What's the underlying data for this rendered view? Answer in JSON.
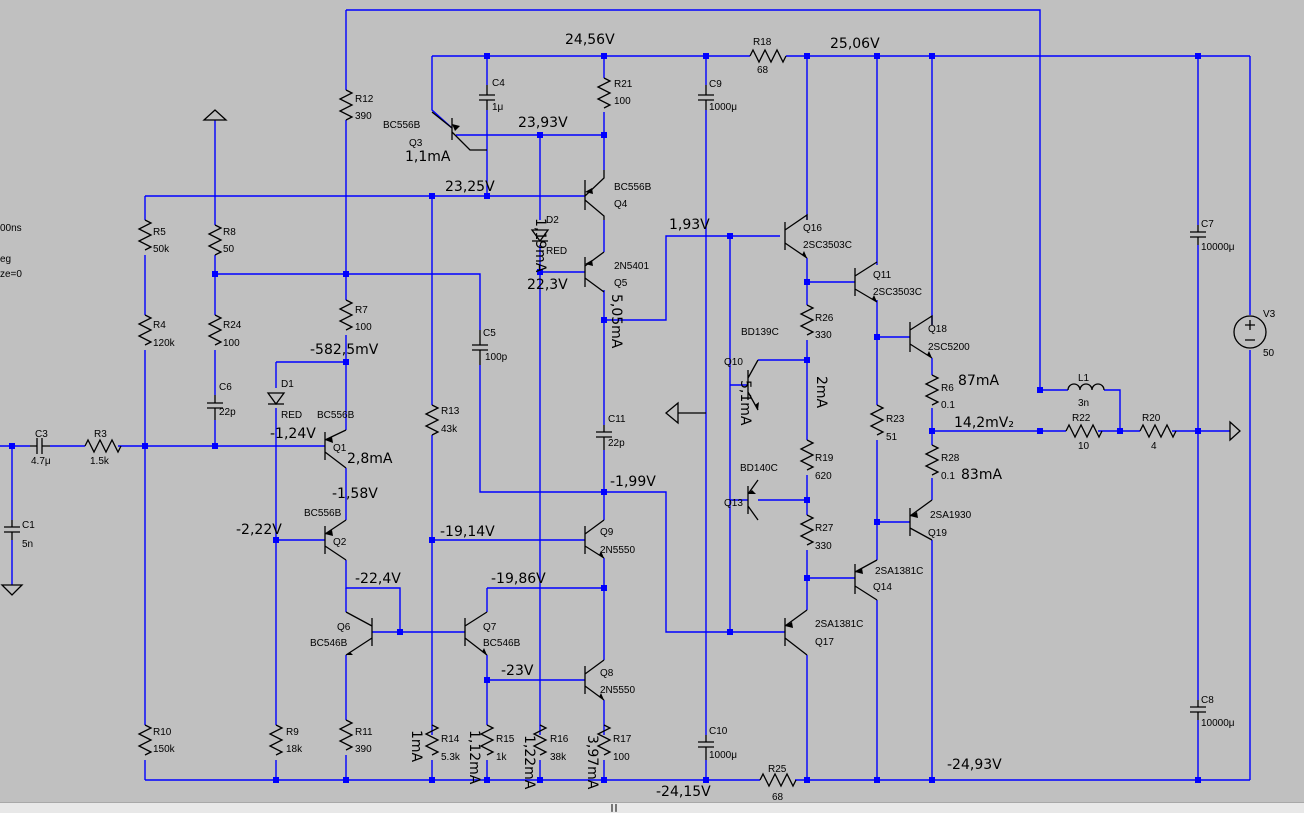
{
  "annotations": [
    {
      "id": "v-2456",
      "text": "24,56V"
    },
    {
      "id": "v-2506",
      "text": "25,06V"
    },
    {
      "id": "v-2393",
      "text": "23,93V"
    },
    {
      "id": "i-q3",
      "text": "1,1mA"
    },
    {
      "id": "v-2325",
      "text": "23,25V"
    },
    {
      "id": "v-193",
      "text": "1,93V"
    },
    {
      "id": "i-d2",
      "text": "1,19mA"
    },
    {
      "id": "v-223",
      "text": "22,3V"
    },
    {
      "id": "i-q5",
      "text": "5,05mA"
    },
    {
      "id": "v-5825",
      "text": "-582,5mV"
    },
    {
      "id": "i-q10",
      "text": "5,1mA"
    },
    {
      "id": "i-2ma",
      "text": "2mA"
    },
    {
      "id": "i-87ma",
      "text": "87mA"
    },
    {
      "id": "v-out",
      "text": "14,2mV₂"
    },
    {
      "id": "v-124",
      "text": "-1,24V"
    },
    {
      "id": "i-q1",
      "text": "2,8mA"
    },
    {
      "id": "i-83ma",
      "text": "83mA"
    },
    {
      "id": "v-199",
      "text": "-1,99V"
    },
    {
      "id": "v-158",
      "text": "-1,58V"
    },
    {
      "id": "v-222",
      "text": "-2,22V"
    },
    {
      "id": "v-1914",
      "text": "-19,14V"
    },
    {
      "id": "v-224",
      "text": "-22,4V"
    },
    {
      "id": "v-1986",
      "text": "-19,86V"
    },
    {
      "id": "v-23",
      "text": "-23V"
    },
    {
      "id": "i-1ma",
      "text": "1mA"
    },
    {
      "id": "i-112",
      "text": "1,12mA"
    },
    {
      "id": "i-122",
      "text": "1,22mA"
    },
    {
      "id": "i-397",
      "text": "3,97mA"
    },
    {
      "id": "v-2493",
      "text": "-24,93V"
    },
    {
      "id": "v-2415",
      "text": "-24,15V"
    }
  ],
  "components": [
    {
      "ref": "R12",
      "value": "390"
    },
    {
      "ref": "C4",
      "value": "1μ"
    },
    {
      "ref": "R21",
      "value": "100"
    },
    {
      "ref": "C9",
      "value": "1000μ"
    },
    {
      "ref": "R18",
      "value": "68"
    },
    {
      "ref": "Q3",
      "value": "BC556B"
    },
    {
      "ref": "Q4",
      "value": "BC556B"
    },
    {
      "ref": "D2",
      "value": "RED"
    },
    {
      "ref": "Q5",
      "value": "2N5401"
    },
    {
      "ref": "Q16",
      "value": "2SC3503C"
    },
    {
      "ref": "Q11",
      "value": "2SC3503C"
    },
    {
      "ref": "Q18",
      "value": "2SC5200"
    },
    {
      "ref": "R5",
      "value": "50k"
    },
    {
      "ref": "R8",
      "value": "50"
    },
    {
      "ref": "R4",
      "value": "120k"
    },
    {
      "ref": "R24",
      "value": "100"
    },
    {
      "ref": "R7",
      "value": "100"
    },
    {
      "ref": "C5",
      "value": "100p"
    },
    {
      "ref": "R26",
      "value": "330"
    },
    {
      "ref": "Q10",
      "value": "BD139C"
    },
    {
      "ref": "R6",
      "value": "0.1"
    },
    {
      "ref": "L1",
      "value": "3n"
    },
    {
      "ref": "C6",
      "value": "22p"
    },
    {
      "ref": "D1",
      "value": "RED"
    },
    {
      "ref": "Q1",
      "value": "BC556B"
    },
    {
      "ref": "R13",
      "value": "43k"
    },
    {
      "ref": "C11",
      "value": "22p"
    },
    {
      "ref": "R23",
      "value": "51"
    },
    {
      "ref": "R22",
      "value": "10"
    },
    {
      "ref": "R20",
      "value": "4"
    },
    {
      "ref": "C3",
      "value": "4.7μ"
    },
    {
      "ref": "R3",
      "value": "1.5k"
    },
    {
      "ref": "Q13",
      "value": "BD140C"
    },
    {
      "ref": "R19",
      "value": "620"
    },
    {
      "ref": "R28",
      "value": "0.1"
    },
    {
      "ref": "C1",
      "value": "5n"
    },
    {
      "ref": "Q2",
      "value": "BC556B"
    },
    {
      "ref": "Q9",
      "value": "2N5550"
    },
    {
      "ref": "R27",
      "value": "330"
    },
    {
      "ref": "Q19",
      "value": "2SA1930"
    },
    {
      "ref": "Q14",
      "value": "2SA1381C"
    },
    {
      "ref": "Q6",
      "value": "BC546B"
    },
    {
      "ref": "Q7",
      "value": "BC546B"
    },
    {
      "ref": "Q17",
      "value": "2SA1381C"
    },
    {
      "ref": "Q8",
      "value": "2N5550"
    },
    {
      "ref": "R10",
      "value": "150k"
    },
    {
      "ref": "R9",
      "value": "18k"
    },
    {
      "ref": "R11",
      "value": "390"
    },
    {
      "ref": "R14",
      "value": "5.3k"
    },
    {
      "ref": "R15",
      "value": "1k"
    },
    {
      "ref": "R16",
      "value": "38k"
    },
    {
      "ref": "R17",
      "value": "100"
    },
    {
      "ref": "C10",
      "value": "1000μ"
    },
    {
      "ref": "R25",
      "value": "68"
    },
    {
      "ref": "C7",
      "value": "10000μ"
    },
    {
      "ref": "C8",
      "value": "10000μ"
    },
    {
      "ref": "V3",
      "value": "50"
    }
  ],
  "directives": [
    "00ns",
    "eg",
    "ze=0"
  ],
  "statusbar": {
    "grip": "∥∥"
  }
}
